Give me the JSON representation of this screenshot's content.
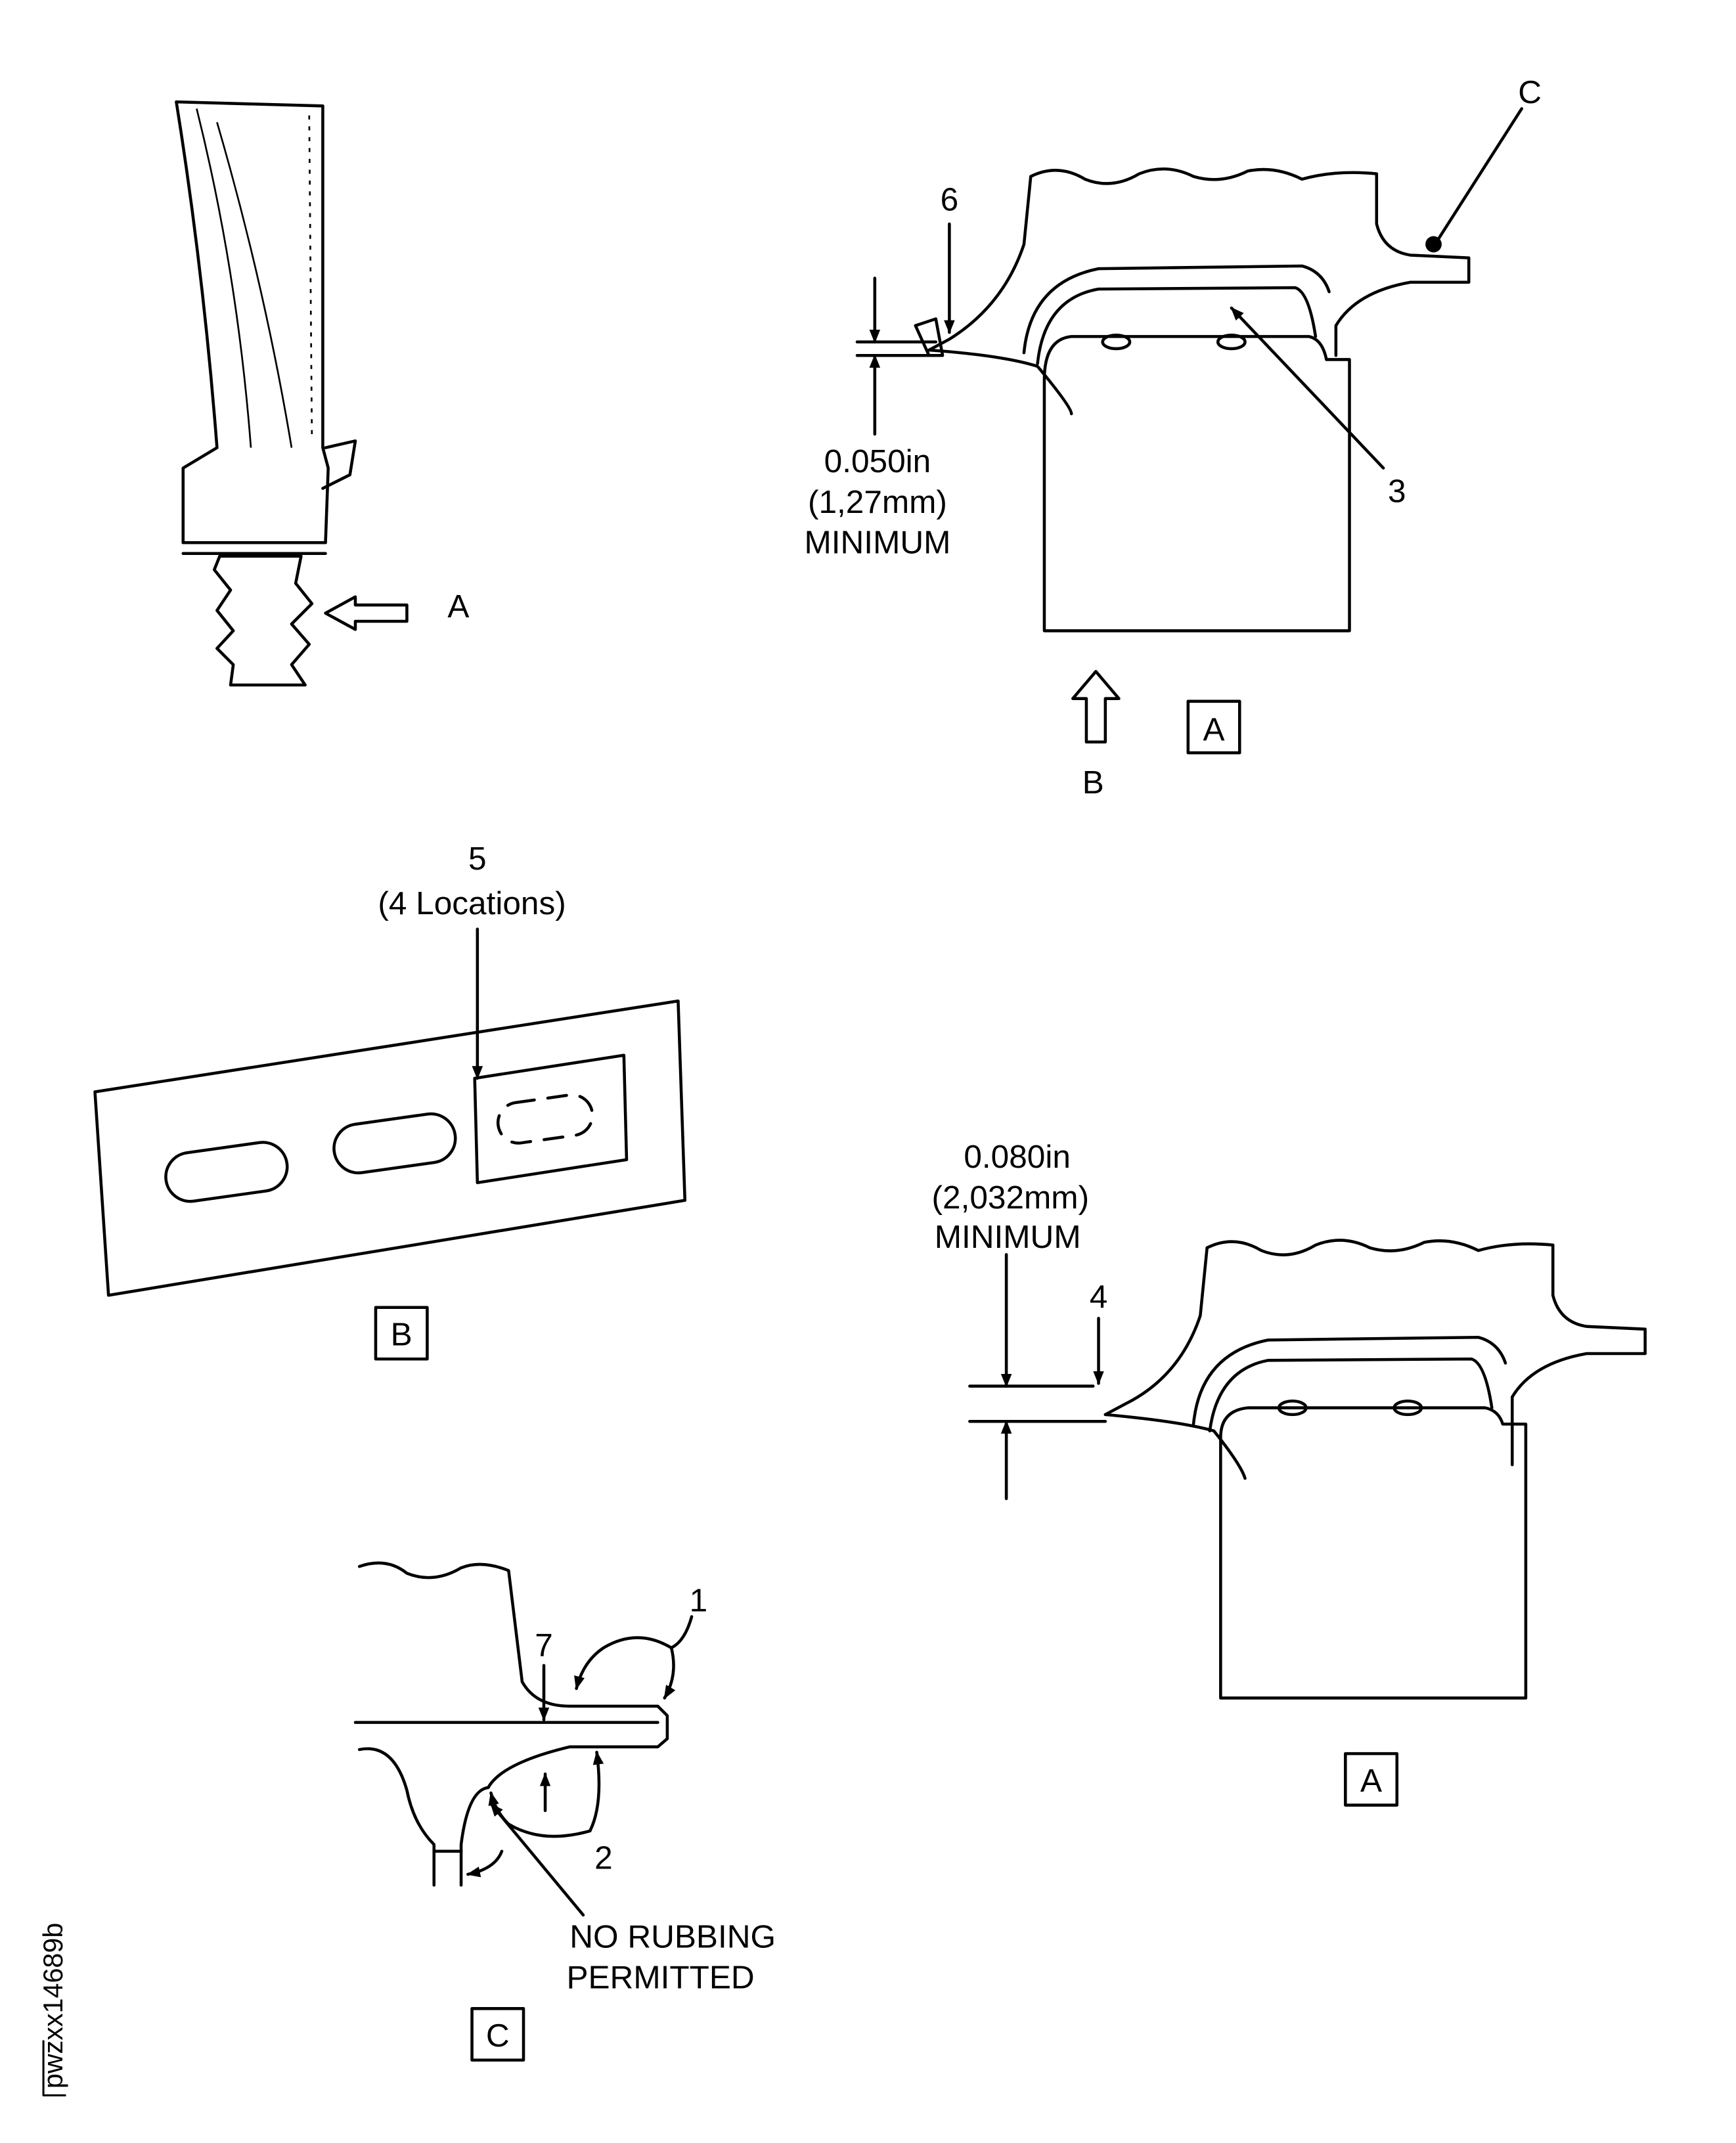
{
  "figure_id": "pwzxx14689b",
  "blade_view": {
    "arrow_label": "A"
  },
  "view_a_top": {
    "callout_c": "C",
    "callout_6": "6",
    "callout_3": "3",
    "dimension": {
      "inch": "0.050in",
      "mm": "(1,27mm)",
      "note": "MINIMUM"
    },
    "arrow_label": "B",
    "view_label": "A"
  },
  "view_b": {
    "callout_5": "5",
    "callout_5_note": "(4 Locations)",
    "view_label": "B"
  },
  "view_a_bottom": {
    "callout_4": "4",
    "dimension": {
      "inch": "0.080in",
      "mm": "(2,032mm)",
      "note": "MINIMUM"
    },
    "view_label": "A"
  },
  "view_c": {
    "callout_1": "1",
    "callout_7": "7",
    "callout_2": "2",
    "note_line1": "NO RUBBING",
    "note_line2": "PERMITTED",
    "view_label": "C"
  }
}
